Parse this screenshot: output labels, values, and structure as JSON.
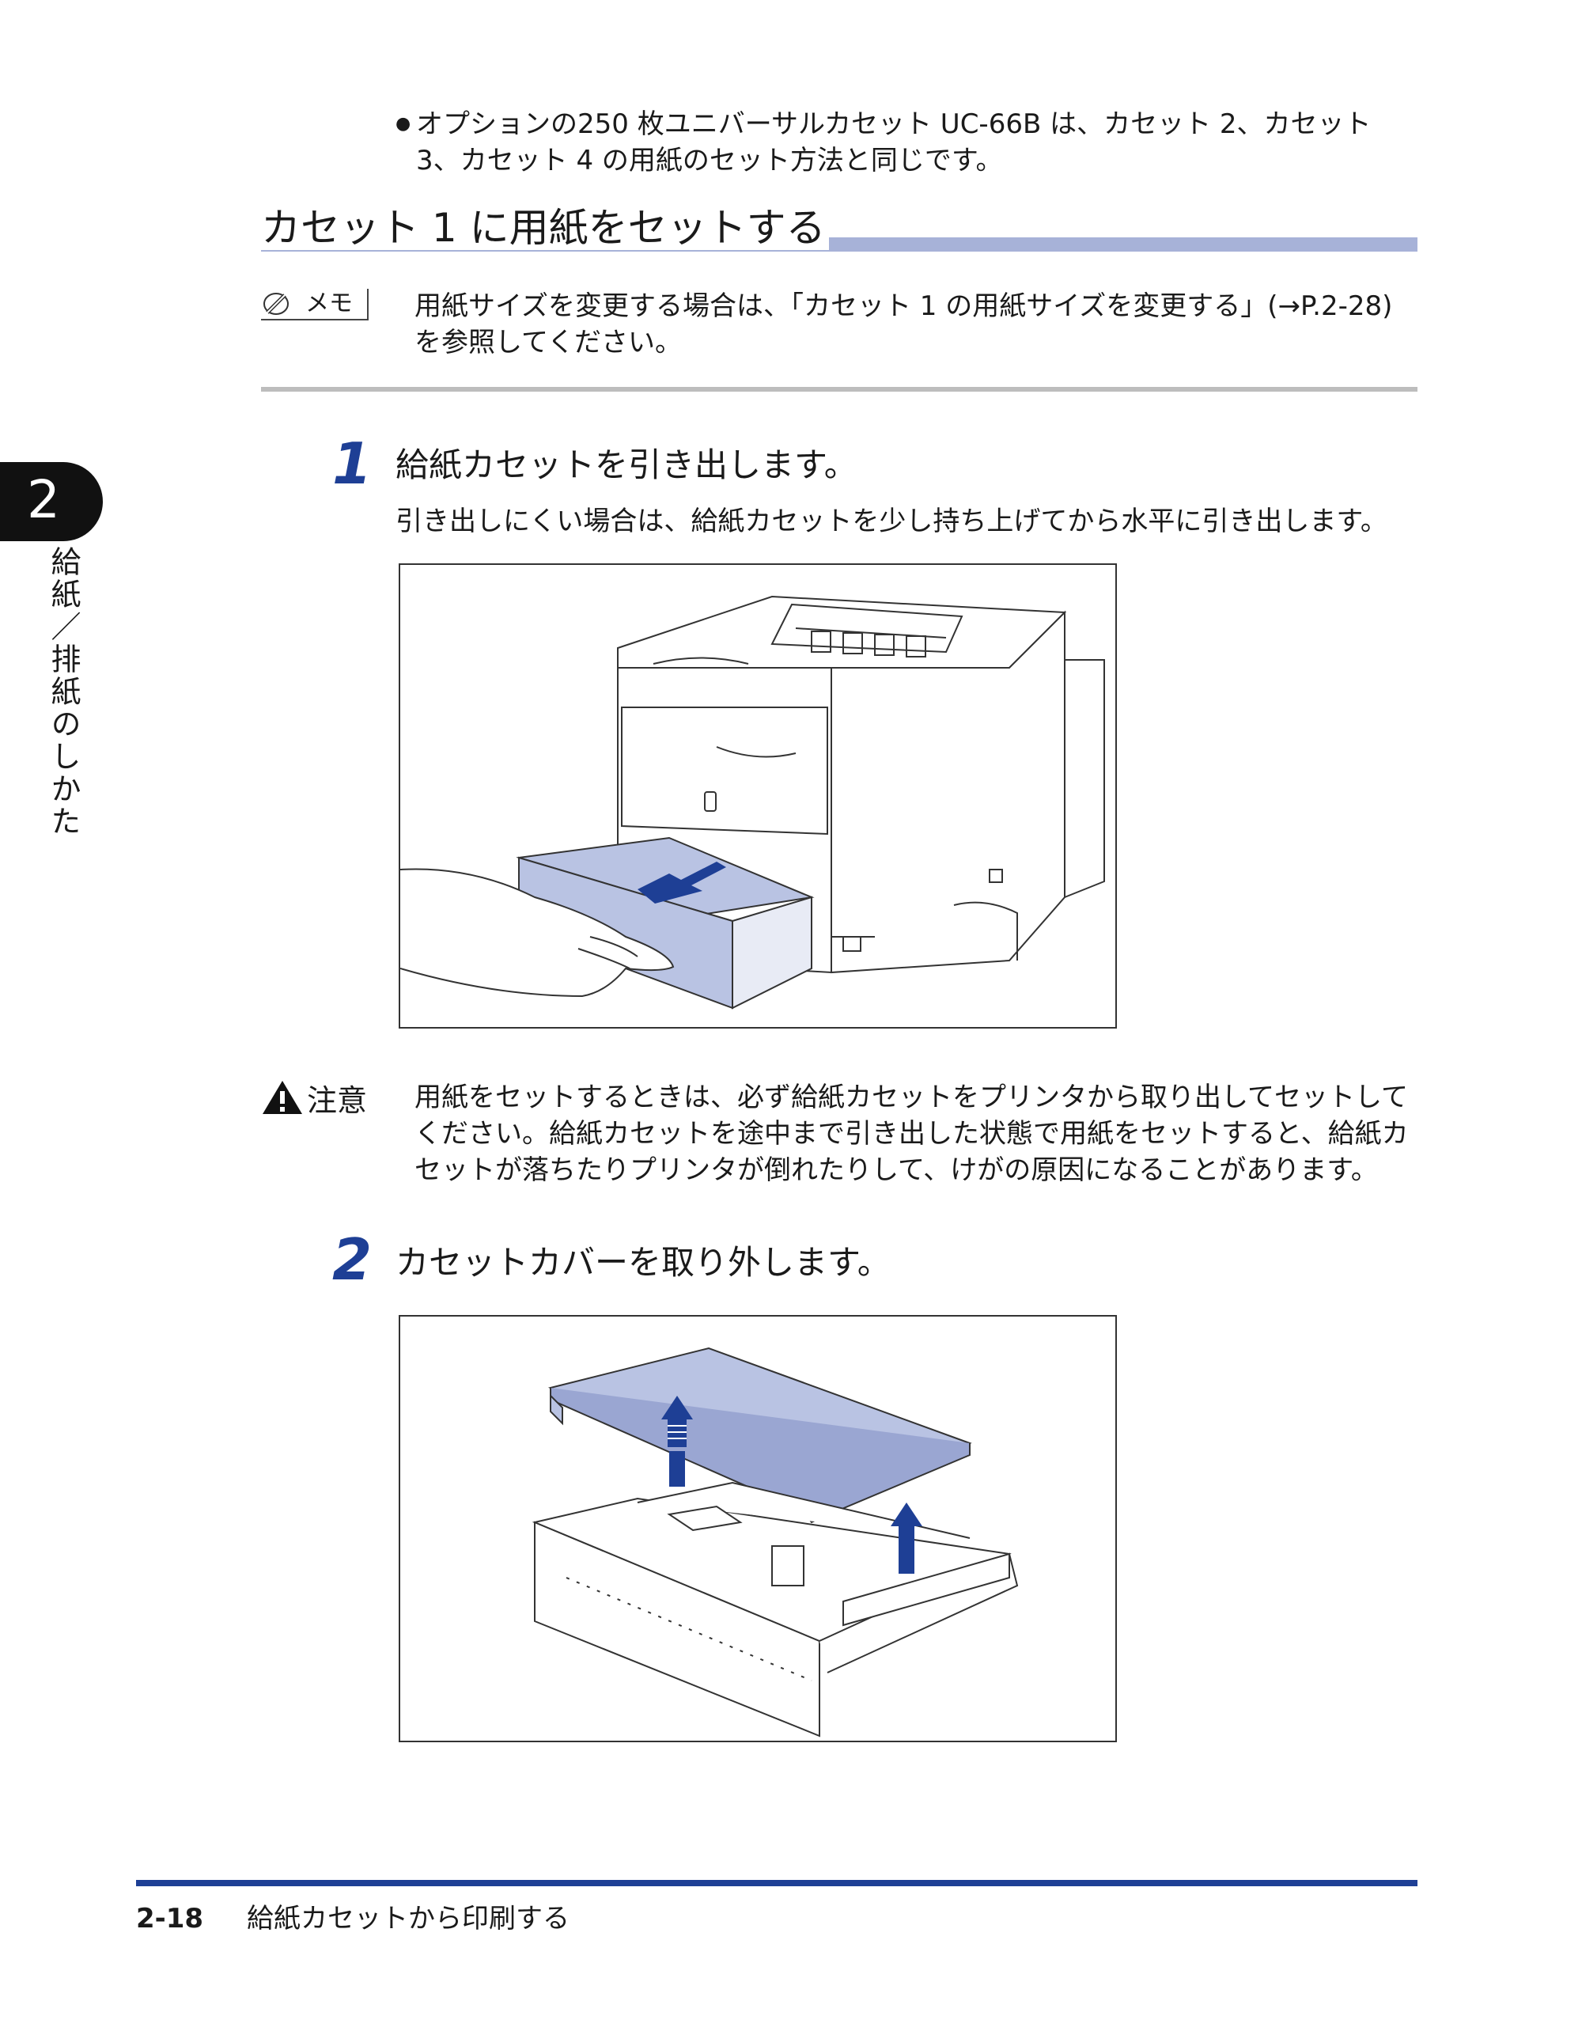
{
  "bullet_note": {
    "bullet": "●",
    "text": "オプションの250 枚ユニバーサルカセット UC-66B は、カセット 2、カセット 3、カセット 4 の用紙のセット方法と同じです。"
  },
  "section": {
    "title": "カセット 1 に用紙をセットする"
  },
  "memo": {
    "label": "メモ",
    "icon": "pencil-icon",
    "text": "用紙サイズを変更する場合は、「カセット 1 の用紙サイズを変更する」(→P.2-28) を参照してください。"
  },
  "chapter": {
    "number": "2",
    "title": "給紙／排紙のしかた"
  },
  "steps": [
    {
      "number": "1",
      "title": "給紙カセットを引き出します。",
      "desc": "引き出しにくい場合は、給紙カセットを少し持ち上げてから水平に引き出します。"
    },
    {
      "number": "2",
      "title": "カセットカバーを取り外します。"
    }
  ],
  "caution": {
    "label": "注意",
    "icon": "warning-triangle-icon",
    "text": "用紙をセットするときは、必ず給紙カセットをプリンタから取り出してセットしてください。給紙カセットを途中まで引き出した状態で用紙をセットすると、給紙カセットが落ちたりプリンタが倒れたりして、けがの原因になることがあります。"
  },
  "footer": {
    "page": "2-18",
    "title": "給紙カセットから印刷する"
  },
  "colors": {
    "accent": "#1e3f95",
    "fill": "#b9c3e3",
    "rule_gray": "#bdbdbd"
  }
}
